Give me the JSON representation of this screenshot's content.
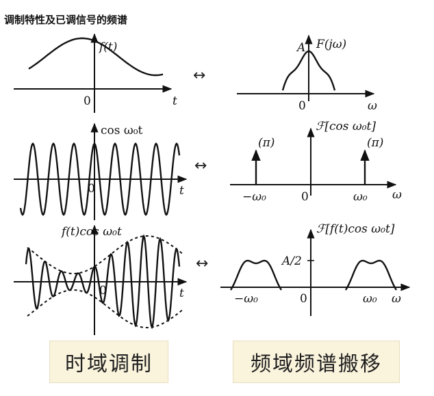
{
  "title": "调制特性及已调信号的频谱",
  "row1": {
    "time_label": "f(t)",
    "time_origin": "0",
    "time_axis": "t",
    "arrow": "↔",
    "freq_label": "F(jω)",
    "freq_peak": "A",
    "freq_origin": "0",
    "freq_axis": "ω"
  },
  "row2": {
    "time_label": "cos ω₀t",
    "time_origin": "0",
    "time_axis": "t",
    "arrow": "↔",
    "freq_label": "ℱ[cos ω₀t]",
    "impulse_left": "(π)",
    "impulse_right": "(π)",
    "neg_w0": "−ω₀",
    "freq_origin": "0",
    "pos_w0": "ω₀",
    "freq_axis": "ω"
  },
  "row3": {
    "time_label": "f(t)cos ω₀t",
    "time_origin": "0",
    "time_axis": "t",
    "arrow": "↔",
    "freq_label": "ℱ[f(t)cos ω₀t]",
    "freq_peak": "A/2",
    "neg_w0": "−ω₀",
    "freq_origin": "0",
    "pos_w0": "ω₀",
    "freq_axis": "ω"
  },
  "captions": {
    "left": "时域调制",
    "right": "频域频谱搬移"
  }
}
